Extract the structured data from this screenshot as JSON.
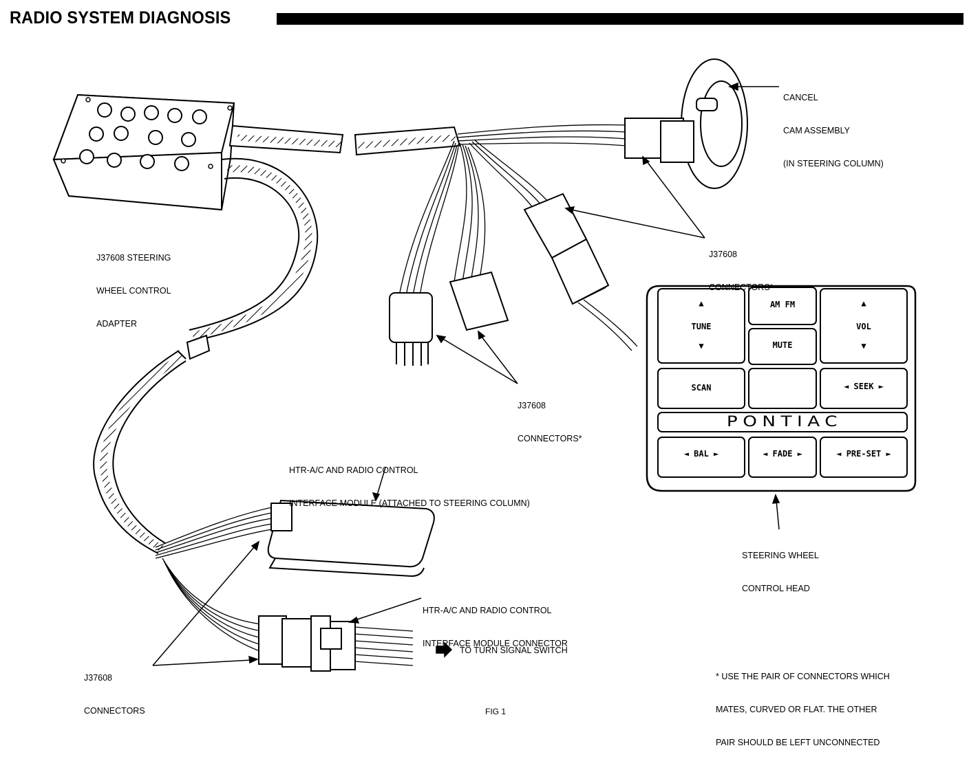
{
  "header": {
    "title": "RADIO SYSTEM DIAGNOSIS"
  },
  "labels": {
    "cancel_cam": [
      "CANCEL",
      "CAM ASSEMBLY",
      "(IN STEERING COLUMN)"
    ],
    "adapter": [
      "J37608 STEERING",
      "WHEEL CONTROL",
      "ADAPTER"
    ],
    "connectors_right": [
      "J37608",
      "CONNECTORS*"
    ],
    "connectors_mid": [
      "J37608",
      "CONNECTORS*"
    ],
    "interface_module": [
      "HTR-A/C AND RADIO CONTROL",
      "INTERFACE MODULE (ATTACHED TO STEERING COLUMN)"
    ],
    "control_head": [
      "STEERING WHEEL",
      "CONTROL HEAD"
    ],
    "module_connector": [
      "HTR-A/C AND RADIO CONTROL",
      "INTERFACE MODULE CONNECTOR"
    ],
    "connectors_bottom": [
      "J37608",
      "CONNECTORS"
    ],
    "turn_signal": "TO TURN SIGNAL SWITCH",
    "footnote": [
      "* USE THE PAIR OF CONNECTORS WHICH",
      "MATES, CURVED OR FLAT. THE OTHER",
      "PAIR SHOULD BE LEFT UNCONNECTED"
    ],
    "fig": "FIG 1"
  },
  "control_head": {
    "brand": "PONTIAC",
    "keys": {
      "tune_up": "▲",
      "tune": "TUNE",
      "tune_down": "▼",
      "amfm": "AM FM",
      "mute": "MUTE",
      "vol_up": "▲",
      "vol": "VOL",
      "vol_down": "▼",
      "scan": "SCAN",
      "blank": "",
      "seek": "◄ SEEK ►",
      "bal": "◄ BAL ►",
      "fade": "◄ FADE ►",
      "preset": "◄ PRE-SET ►"
    }
  }
}
